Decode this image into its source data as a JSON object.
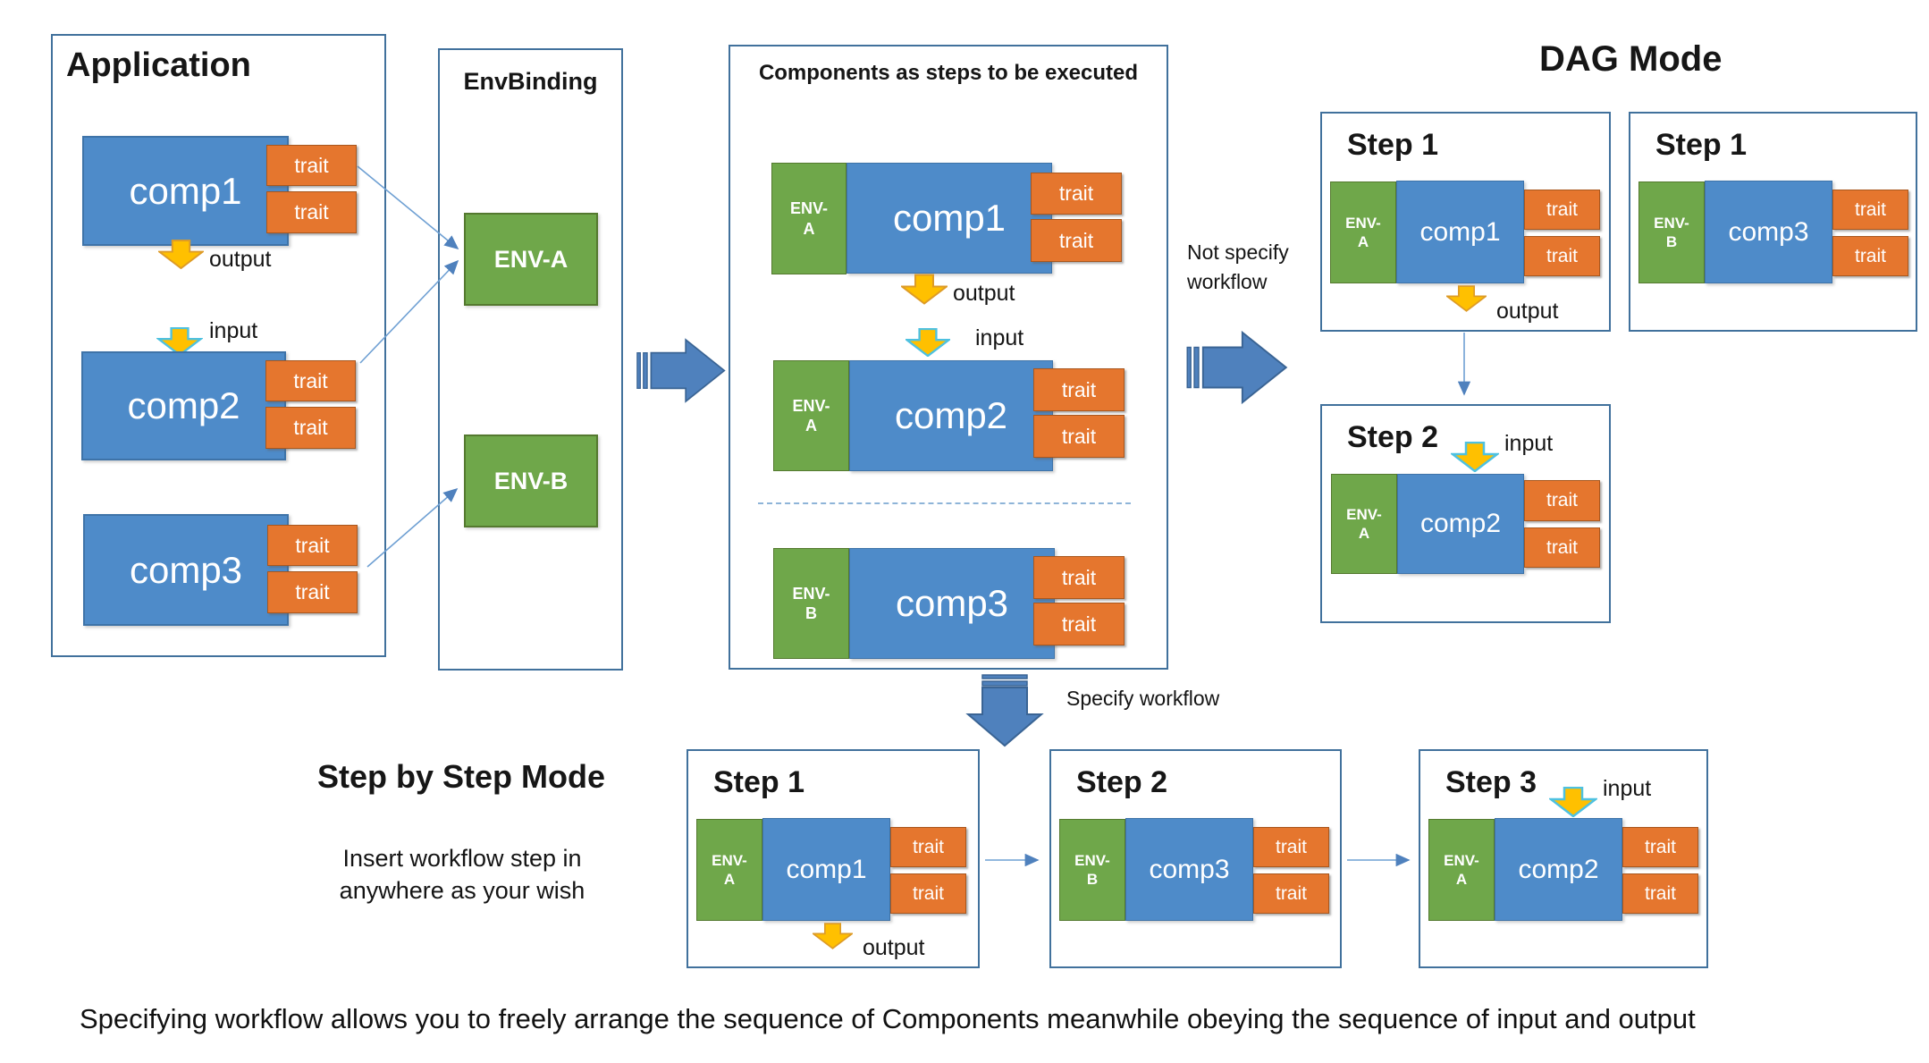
{
  "labels": {
    "trait": "trait",
    "output": "output",
    "input": "input",
    "env_prefix": "ENV-"
  },
  "application": {
    "title": "Application",
    "components": [
      {
        "name": "comp1"
      },
      {
        "name": "comp2"
      },
      {
        "name": "comp3"
      }
    ]
  },
  "envbinding": {
    "title": "EnvBinding",
    "environments": [
      "ENV-A",
      "ENV-B"
    ]
  },
  "components_panel": {
    "title": "Components as steps to be executed",
    "rows": [
      {
        "letter": "A",
        "name": "comp1"
      },
      {
        "letter": "A",
        "name": "comp2"
      },
      {
        "letter": "B",
        "name": "comp3"
      }
    ]
  },
  "dag": {
    "title": "DAG Mode",
    "note_line1": "Not specify",
    "note_line2": "workflow",
    "steps": [
      {
        "title": "Step 1",
        "letter": "A",
        "name": "comp1"
      },
      {
        "title": "Step 1",
        "letter": "B",
        "name": "comp3"
      },
      {
        "title": "Step 2",
        "letter": "A",
        "name": "comp2"
      }
    ]
  },
  "step_by_step": {
    "title": "Step by Step Mode",
    "description_line1": "Insert workflow step in",
    "description_line2": "anywhere as your wish",
    "arrow_label": "Specify workflow",
    "steps": [
      {
        "title": "Step 1",
        "letter": "A",
        "name": "comp1"
      },
      {
        "title": "Step 2",
        "letter": "B",
        "name": "comp3"
      },
      {
        "title": "Step 3",
        "letter": "A",
        "name": "comp2"
      }
    ]
  },
  "caption": "Specifying workflow allows you to freely arrange the sequence of Components meanwhile obeying the sequence of input and output",
  "colors": {
    "component_blue": "#4E8BC9",
    "env_green": "#6FA74A",
    "trait_orange": "#E5762E",
    "arrow_gold": "#FFC000",
    "input_arrow_outline": "#4EC1E0",
    "big_arrow_blue": "#4F81BD",
    "panel_border": "#41719C"
  }
}
